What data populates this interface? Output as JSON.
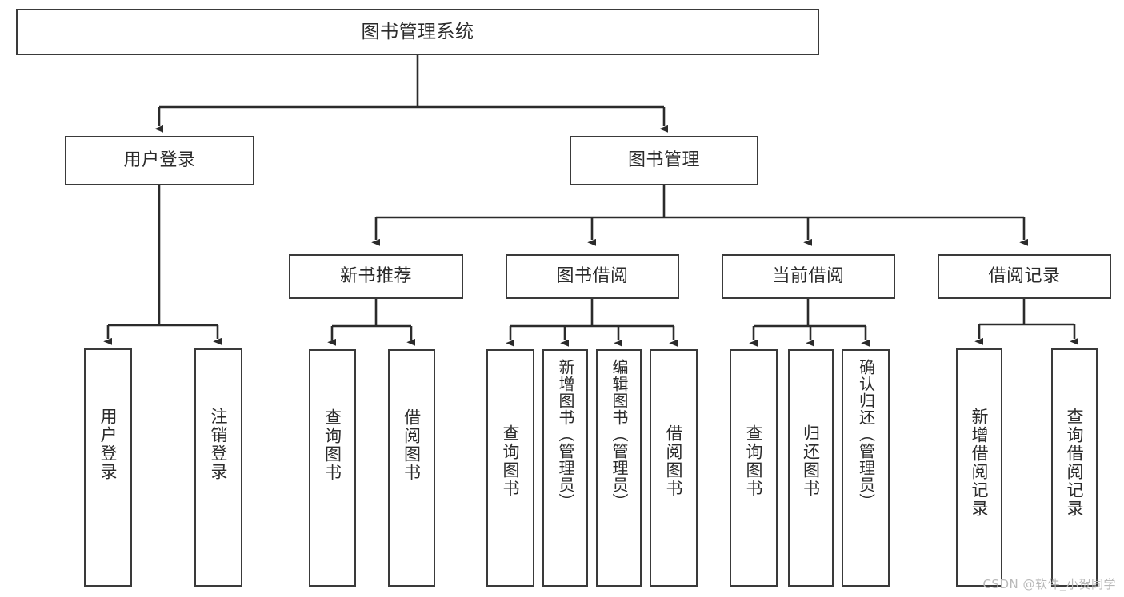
{
  "diagram": {
    "title": "图书管理系统",
    "type": "tree",
    "watermark": "CSDN @软件_小贺同学",
    "colors": {
      "box_border": "#3a3a3a",
      "box_fill": "#ffffff",
      "connector": "#2b2b2b",
      "text": "#2b2b2b",
      "watermark": "#b9b9b9"
    },
    "nodes": {
      "root": {
        "label": "图书管理系统"
      },
      "level1": [
        {
          "id": "user-login",
          "label": "用户登录"
        },
        {
          "id": "book-manage",
          "label": "图书管理"
        }
      ],
      "level2": [
        {
          "id": "new-book-recommend",
          "label": "新书推荐",
          "parent": "book-manage"
        },
        {
          "id": "book-borrow",
          "label": "图书借阅",
          "parent": "book-manage"
        },
        {
          "id": "current-borrow",
          "label": "当前借阅",
          "parent": "book-manage"
        },
        {
          "id": "borrow-record",
          "label": "借阅记录",
          "parent": "book-manage"
        }
      ],
      "leaves": [
        {
          "id": "leaf-user-login",
          "label": "用户登录",
          "parent": "user-login"
        },
        {
          "id": "leaf-logout-login",
          "label": "注销登录",
          "parent": "user-login"
        },
        {
          "id": "leaf-query-book-1",
          "label": "查询图书",
          "parent": "new-book-recommend"
        },
        {
          "id": "leaf-borrow-book-1",
          "label": "借阅图书",
          "parent": "new-book-recommend"
        },
        {
          "id": "leaf-query-book-2",
          "label": "查询图书",
          "parent": "book-borrow"
        },
        {
          "id": "leaf-add-book",
          "label": "新增图书（管理员）",
          "parent": "book-borrow"
        },
        {
          "id": "leaf-edit-book",
          "label": "编辑图书（管理员）",
          "parent": "book-borrow"
        },
        {
          "id": "leaf-borrow-book-2",
          "label": "借阅图书",
          "parent": "book-borrow"
        },
        {
          "id": "leaf-query-book-3",
          "label": "查询图书",
          "parent": "current-borrow"
        },
        {
          "id": "leaf-return-book",
          "label": "归还图书",
          "parent": "current-borrow"
        },
        {
          "id": "leaf-confirm-return",
          "label": "确认归还（管理员）",
          "parent": "current-borrow"
        },
        {
          "id": "leaf-add-record",
          "label": "新增借阅记录",
          "parent": "borrow-record"
        },
        {
          "id": "leaf-query-record",
          "label": "查询借阅记录",
          "parent": "borrow-record"
        }
      ]
    }
  }
}
